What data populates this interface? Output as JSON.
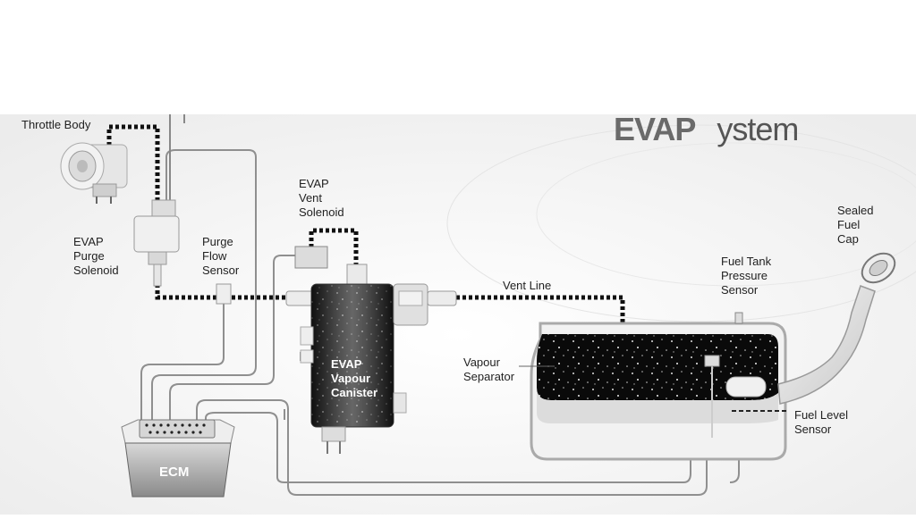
{
  "title": {
    "part1": "EVAP",
    "part2": "ystem"
  },
  "labels": {
    "throttle_body": "Throttle Body",
    "purge_solenoid": "EVAP\nPurge\nSolenoid",
    "purge_flow_sensor": "Purge\nFlow\nSensor",
    "vent_solenoid": "EVAP\nVent\nSolenoid",
    "vent_line": "Vent Line",
    "vapour_canister": "EVAP\nVapour\nCanister",
    "vapour_separator": "Vapour\nSeparator",
    "fuel_tank_pressure_sensor": "Fuel Tank\nPressure\nSensor",
    "sealed_fuel_cap": "Sealed\nFuel\nCap",
    "fuel_level_sensor": "Fuel Level\nSensor",
    "ecm": "ECM"
  }
}
